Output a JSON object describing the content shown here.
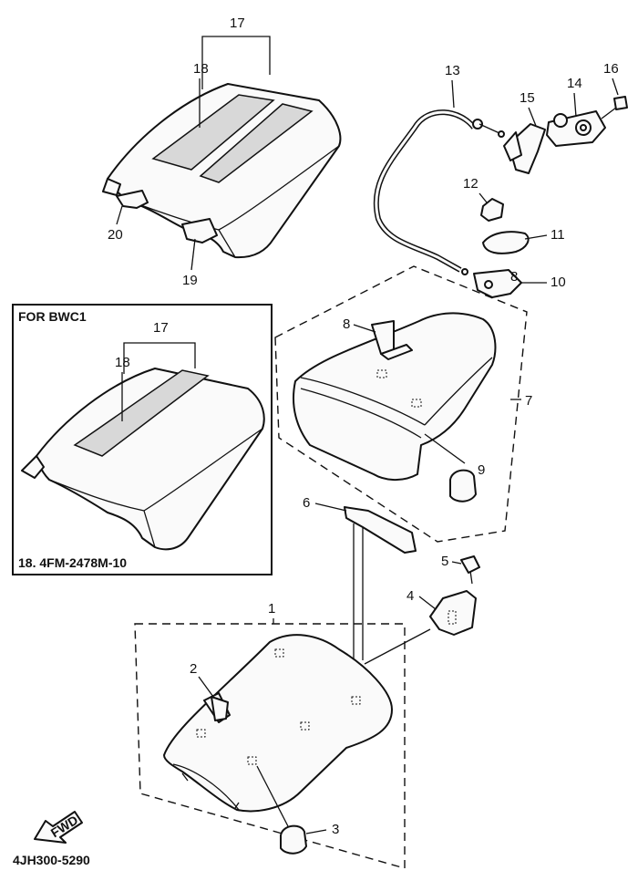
{
  "inset": {
    "heading": "FOR BWC1",
    "note": "18. 4FM-2478M-10",
    "callouts": {
      "c17": "17",
      "c18": "18"
    }
  },
  "callouts": {
    "c1": "1",
    "c2": "2",
    "c3": "3",
    "c4": "4",
    "c5": "5",
    "c6": "6",
    "c7": "7",
    "c8a": "8",
    "c8b": "8",
    "c9": "9",
    "c10": "10",
    "c11": "11",
    "c12": "12",
    "c13": "13",
    "c14": "14",
    "c15": "15",
    "c16": "16",
    "c17": "17",
    "c18": "18",
    "c19": "19",
    "c20": "20"
  },
  "fwd_label": "FWD",
  "diagram_code": "4JH300-5290"
}
